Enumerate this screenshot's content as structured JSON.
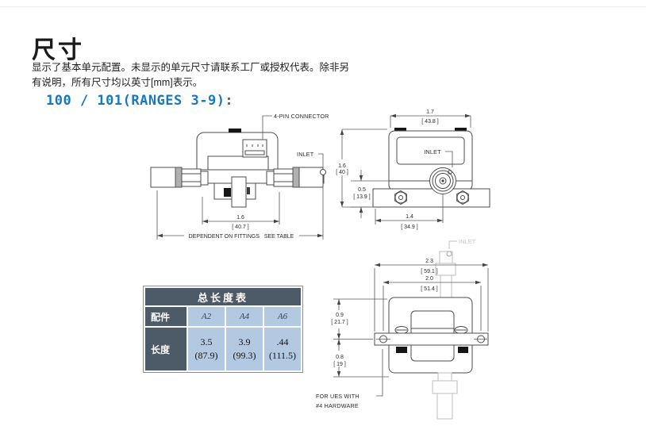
{
  "page": {
    "title": "尺寸",
    "intro_line1": "显示了基本单元配置。未显示的单元尺寸请联系工厂或授权代表。除非另",
    "intro_line2": "有说明，所有尺寸均以英寸[mm]表示。",
    "section_heading": "100 / 101(RANGES 3-9):"
  },
  "side_view": {
    "connector_label": "4-PIN CONNECTOR",
    "inlet_label": "INLET",
    "dim_width": {
      "in": "1.6",
      "mm": "[ 40.7 ]"
    },
    "bottom_note": "DEPENDENT ON FITTINGS   SEE TABLE"
  },
  "front_view": {
    "inlet_label": "INLET",
    "dim_top": {
      "in": "1.7",
      "mm": "[ 43.8 ]"
    },
    "dim_height": {
      "in": "1.6",
      "mm": "[ 40 ]"
    },
    "dim_flange": {
      "in": "0.5",
      "mm": "[ 13.9 ]"
    },
    "dim_holes": {
      "in": "1.4",
      "mm": "[ 34.9 ]"
    }
  },
  "bottom_view": {
    "inlet_label": "INLET",
    "dim_overall_width": {
      "in": "2.3",
      "mm": "[ 59.1 ]"
    },
    "dim_hole_span": {
      "in": "2.0",
      "mm": "[ 51.4 ]"
    },
    "dim_top_to_bracket": {
      "in": "0.9",
      "mm": "[ 21.7 ]"
    },
    "dim_bracket_to_base": {
      "in": "0.8",
      "mm": "[ 19 ]"
    },
    "hardware_note_line1": "FOR UES WITH",
    "hardware_note_line2": "#4 HARDWARE"
  },
  "length_table": {
    "title": "总长度表",
    "fitting_header": "配件",
    "length_header": "长度",
    "fittings": [
      "A2",
      "A4",
      "A6"
    ],
    "lengths_in": [
      "3.5",
      "3.9",
      ".44"
    ],
    "lengths_mm": [
      "(87.9)",
      "(99.3)",
      "(111.5)"
    ]
  },
  "colors": {
    "heading_blue": "#1878be",
    "table_header_bg": "#4d5a68",
    "table_cell_bg": "#b3c9e1",
    "faded_line": "#bdbdbd"
  }
}
